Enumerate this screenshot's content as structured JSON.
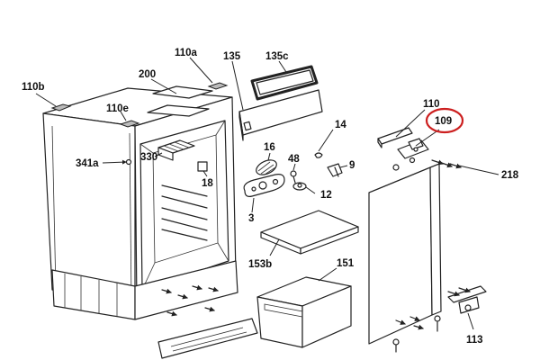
{
  "diagram": {
    "highlight_color": "#cc1f1f",
    "labels": {
      "p110a": "110a",
      "p135": "135",
      "p135c": "135c",
      "p110b": "110b",
      "p200": "200",
      "p110e": "110e",
      "p341a": "341a",
      "p330": "330",
      "p18": "18",
      "p16": "16",
      "p48": "48",
      "p14": "14",
      "p9": "9",
      "p12": "12",
      "p3": "3",
      "p153b": "153b",
      "p151": "151",
      "p110": "110",
      "p109": "109",
      "p218": "218",
      "p113": "113"
    }
  }
}
